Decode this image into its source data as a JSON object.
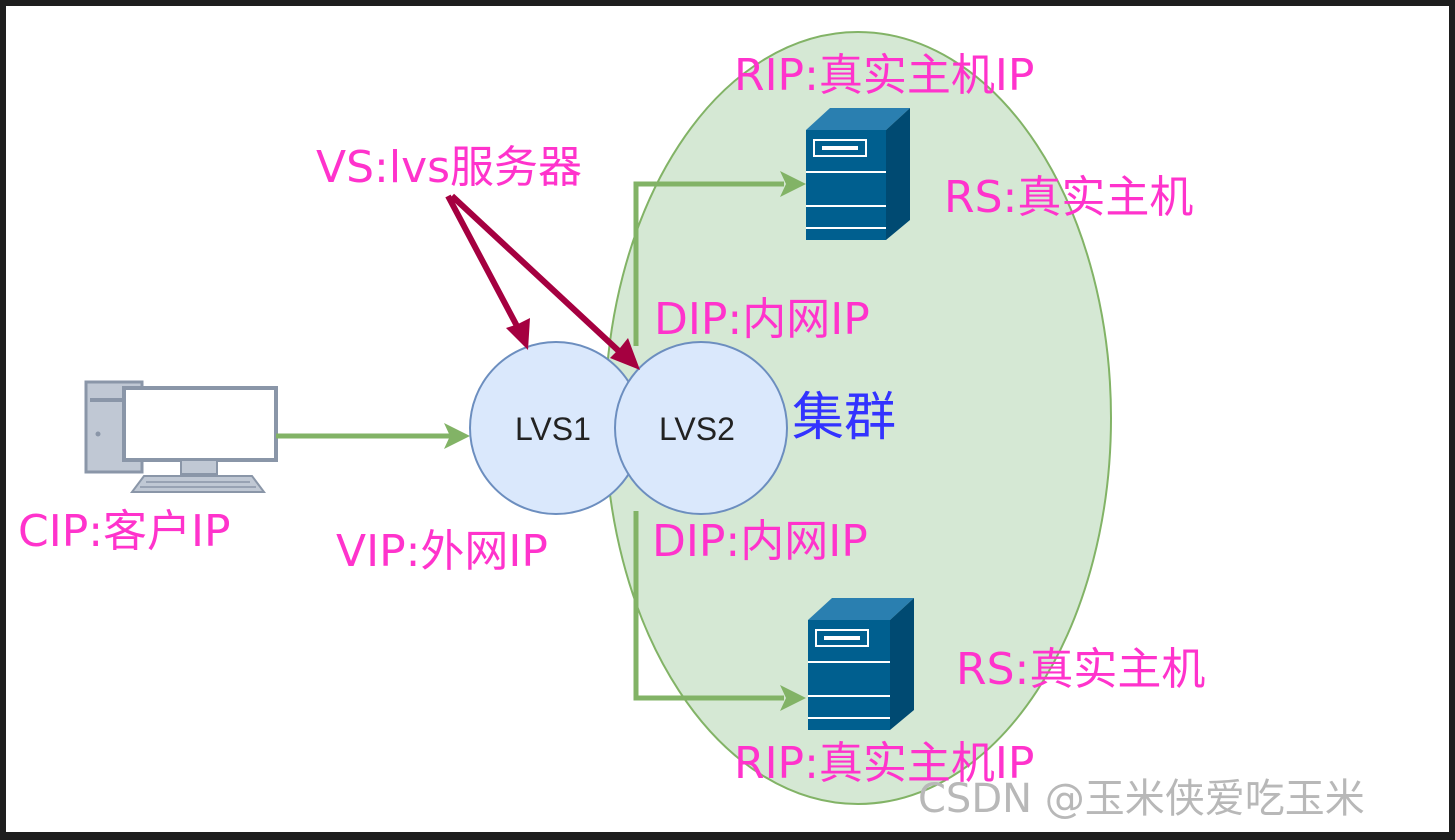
{
  "labels": {
    "rip_top": "RIP:真实主机IP",
    "vs": "VS:lvs服务器",
    "rs_top": "RS:真实主机",
    "dip_top": "DIP:内网IP",
    "cluster": "集群",
    "cip": "CIP:客户IP",
    "vip": "VIP:外网IP",
    "dip_bottom": "DIP:内网IP",
    "rs_bottom": "RS:真实主机",
    "rip_bottom": "RIP:真实主机IP"
  },
  "nodes": {
    "lvs1": "LVS1",
    "lvs2": "LVS2"
  },
  "icons": {
    "client": "desktop-computer-icon",
    "server_top": "server-tower-icon",
    "server_bottom": "server-tower-icon"
  },
  "colors": {
    "label": "#ff33cc",
    "cluster_label": "#3333ff",
    "cluster_fill": "#d5e8d4",
    "cluster_stroke": "#82b366",
    "arrow_green": "#82b366",
    "arrow_red": "#a50040",
    "node_fill": "#dae8fc",
    "node_stroke": "#6c8ebf",
    "server": "#005f8f"
  },
  "watermark": "CSDN @玉米侠爱吃玉米"
}
